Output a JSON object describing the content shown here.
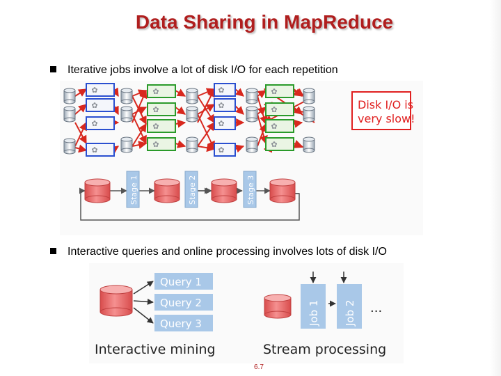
{
  "slide": {
    "title": "Data Sharing in MapReduce",
    "bullet1": "Iterative jobs involve a lot of disk I/O for each repetition",
    "bullet2": "Interactive queries and online processing involves lots of disk I/O",
    "page_number": "6.7"
  },
  "figure_iterative": {
    "callout_line1": "Disk I/O is",
    "callout_line2": "very slow!",
    "stage1": "Stage 1",
    "stage2": "Stage 2",
    "stage3": "Stage 3"
  },
  "figure_interactive": {
    "query1": "Query 1",
    "query2": "Query 2",
    "query3": "Query 3",
    "job1": "Job 1",
    "job2": "Job 2",
    "ellipsis": "...",
    "interactive_caption": "Interactive mining",
    "stream_caption": "Stream processing"
  },
  "colors": {
    "title": "#b01e1e",
    "callout": "#e02020",
    "stage_box": "#a9c8e8",
    "cylinder": "#e86a6a",
    "arrow": "#d8281e",
    "map_box": "#2a4fd0",
    "reduce_box": "#2a9a2a"
  }
}
